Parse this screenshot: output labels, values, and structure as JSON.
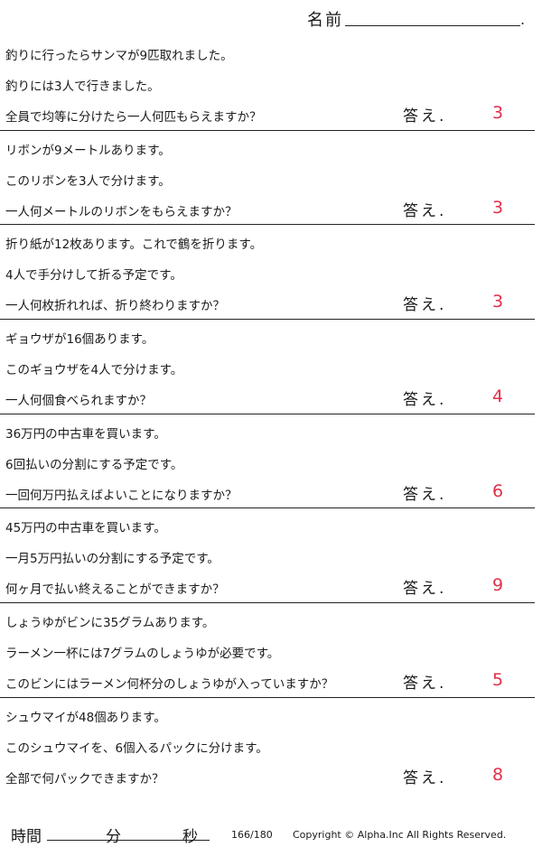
{
  "header": {
    "name_label": "名前",
    "name_suffix": "."
  },
  "answer_label": "答え.",
  "problems": [
    {
      "lines": [
        "釣りに行ったらサンマが9匹取れました。",
        "釣りには3人で行きました。",
        "全員で均等に分けたら一人何匹もらえますか？"
      ],
      "answer": "3"
    },
    {
      "lines": [
        "リボンが9メートルあります。",
        "このリボンを3人で分けます。",
        "一人何メートルのリボンをもらえますか？"
      ],
      "answer": "3"
    },
    {
      "lines": [
        "折り紙が12枚あります。これで鶴を折ります。",
        "4人で手分けして折る予定です。",
        "一人何枚折れれば、折り終わりますか？"
      ],
      "answer": "3"
    },
    {
      "lines": [
        "ギョウザが16個あります。",
        "このギョウザを4人で分けます。",
        "一人何個食べられますか？"
      ],
      "answer": "4"
    },
    {
      "lines": [
        "36万円の中古車を買います。",
        "6回払いの分割にする予定です。",
        "一回何万円払えばよいことになりますか？"
      ],
      "answer": "6"
    },
    {
      "lines": [
        "45万円の中古車を買います。",
        "一月5万円払いの分割にする予定です。",
        "何ヶ月で払い終えることができますか？"
      ],
      "answer": "9"
    },
    {
      "lines": [
        "しょうゆがビンに35グラムあります。",
        "ラーメン一杯には7グラムのしょうゆが必要です。",
        "このビンにはラーメン何杯分のしょうゆが入っていますか？"
      ],
      "answer": "5"
    },
    {
      "lines": [
        "シュウマイが48個あります。",
        "このシュウマイを、6個入るパックに分けます。",
        "全部で何パックできますか？"
      ],
      "answer": "8"
    }
  ],
  "footer": {
    "time_label": "時間",
    "minutes_label": "分",
    "seconds_label": "秒",
    "page_number": "166/180",
    "copyright": "Copyright © Alpha.Inc All Rights Reserved."
  }
}
